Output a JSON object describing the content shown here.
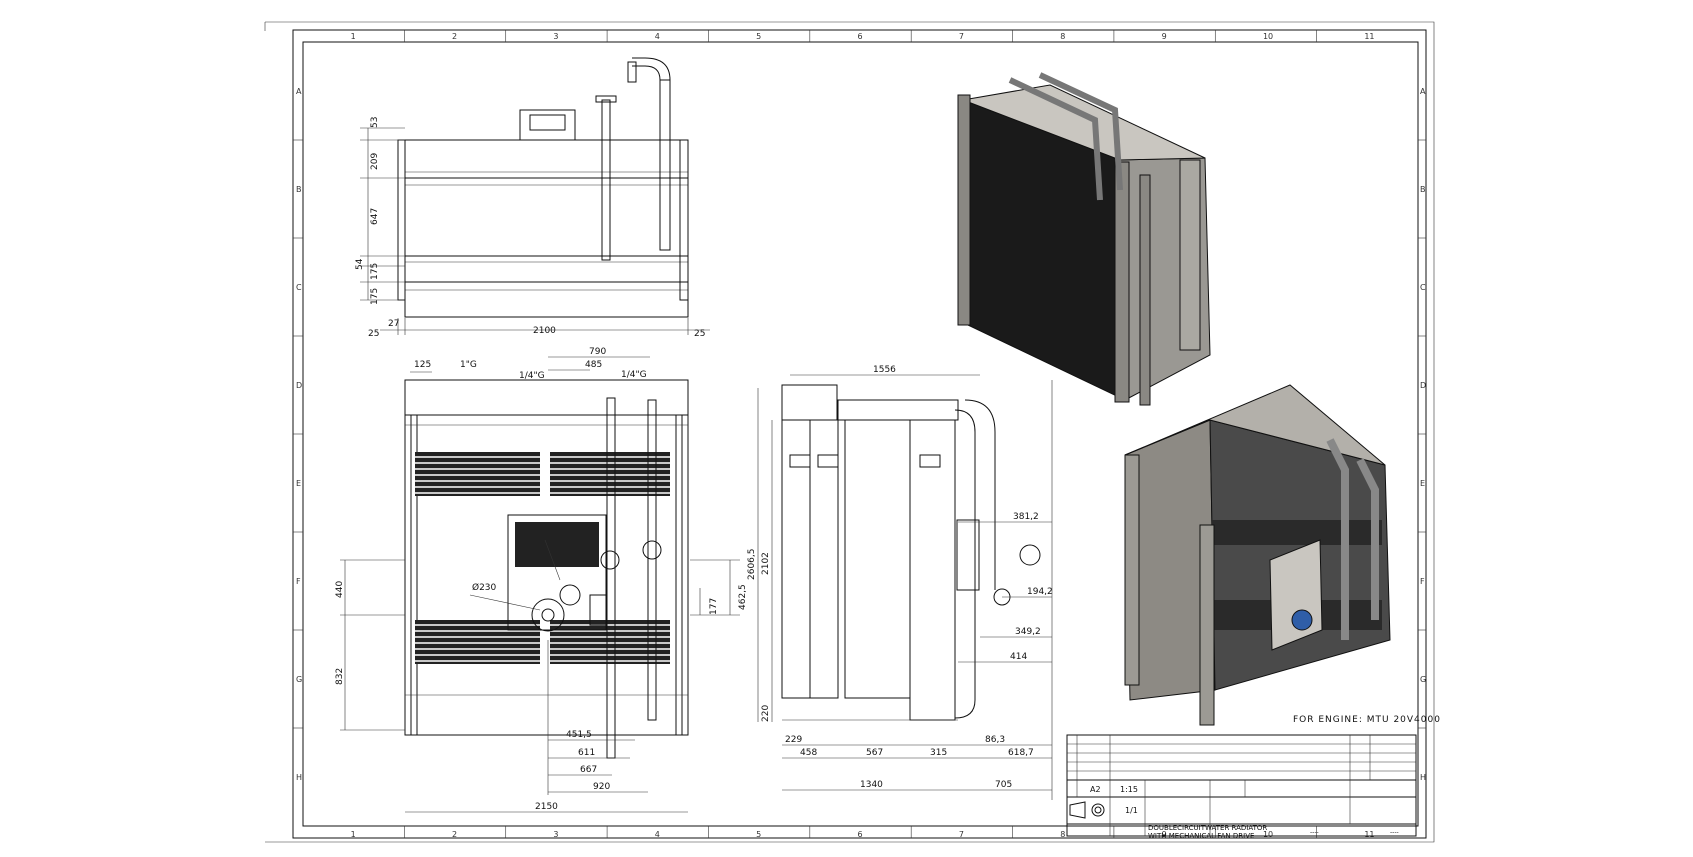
{
  "zones": {
    "columns": [
      "1",
      "2",
      "3",
      "4",
      "5",
      "6",
      "7",
      "8",
      "9",
      "10",
      "11"
    ],
    "rows": [
      "A",
      "B",
      "C",
      "D",
      "E",
      "F",
      "G",
      "H"
    ]
  },
  "side_view_dims": {
    "v53": "53",
    "v209": "209",
    "v647": "647",
    "v54": "54",
    "v175a": "175",
    "v175b": "175",
    "h25a": "25",
    "h27": "27",
    "h2100": "2100",
    "h25b": "25"
  },
  "front_view_dims": {
    "d125": "125",
    "d1g": "1\"G",
    "d14g_a": "1/4\"G",
    "d790": "790",
    "d485": "485",
    "d14g_b": "1/4\"G",
    "d440": "440",
    "d832": "832",
    "dia230": "Ø230",
    "d177": "177",
    "d4625": "462,5",
    "d4515": "451,5",
    "d611": "611",
    "d667": "667",
    "d920": "920",
    "d2150": "2150"
  },
  "section_view_dims": {
    "d1556": "1556",
    "d2606": "2606,5",
    "d2102": "2102",
    "d220": "220",
    "d3812": "381,2",
    "d1942": "194,2",
    "d3492": "349,2",
    "d414": "414",
    "d863": "86,3",
    "d6187": "618,7",
    "d229": "229",
    "d458": "458",
    "d567": "567",
    "d315": "315",
    "d1340": "1340",
    "d705": "705"
  },
  "engine_note": "FOR ENGINE: MTU 20V4000",
  "title_block": {
    "format": "A2",
    "scale": "1:15",
    "sheet": "1/1",
    "title_line1": "DOUBLECIRCUITWATER RADIATOR",
    "title_line2": "WITH MECHANICAL FAN DRIVE",
    "dash_a": "----",
    "dash_b": "----"
  }
}
